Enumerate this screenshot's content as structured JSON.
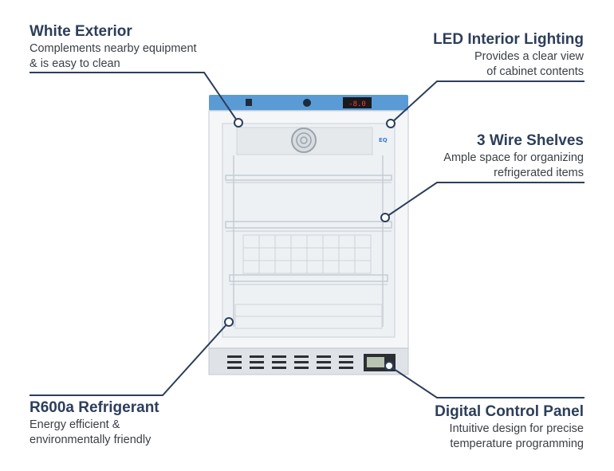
{
  "callouts": {
    "white_exterior": {
      "title": "White Exterior",
      "desc": [
        "Complements nearby equipment",
        "& is easy to clean"
      ]
    },
    "led_lighting": {
      "title": "LED Interior Lighting",
      "desc": [
        "Provides a clear view",
        "of cabinet contents"
      ]
    },
    "wire_shelves": {
      "title": "3 Wire Shelves",
      "desc": [
        "Ample space for organizing",
        "refrigerated items"
      ]
    },
    "refrigerant": {
      "title": "R600a Refrigerant",
      "desc": [
        "Energy efficient &",
        "environmentally friendly"
      ]
    },
    "control_panel": {
      "title": "Digital Control Panel",
      "desc": [
        "Intuitive design for precise",
        "temperature programming"
      ]
    }
  },
  "fridge": {
    "brand_badge": "EQ",
    "display_reading": "-8.0"
  },
  "colors": {
    "accent_blue": "#5b9bd5",
    "heading": "#2c3e5a",
    "leader_line": "#2c3e5a"
  }
}
